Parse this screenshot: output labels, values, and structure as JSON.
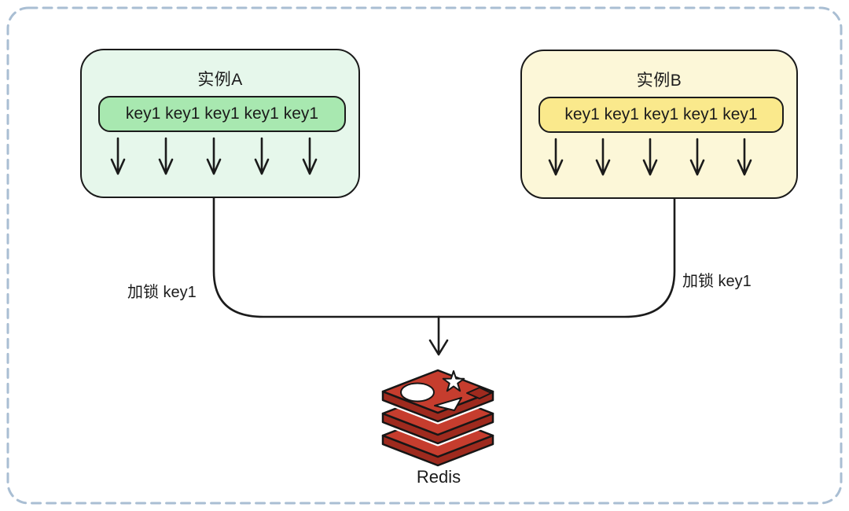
{
  "diagram": {
    "instance_a": {
      "title": "实例A",
      "keys": "key1 key1 key1 key1 key1"
    },
    "instance_b": {
      "title": "实例B",
      "keys": "key1 key1 key1 key1 key1"
    },
    "labels": {
      "left": "加锁 key1",
      "right": "加锁 key1"
    },
    "redis": {
      "label": "Redis"
    },
    "colors": {
      "instance_a_bg": "#e6f7eb",
      "instance_a_key_bg": "#a8e8b0",
      "instance_b_bg": "#fcf7d8",
      "instance_b_key_bg": "#fae98c",
      "outline": "#1b1b1b",
      "dashed_frame": "#a9bed3",
      "redis_red": "#c63d2e",
      "redis_dark_red": "#9e2a1e"
    }
  }
}
